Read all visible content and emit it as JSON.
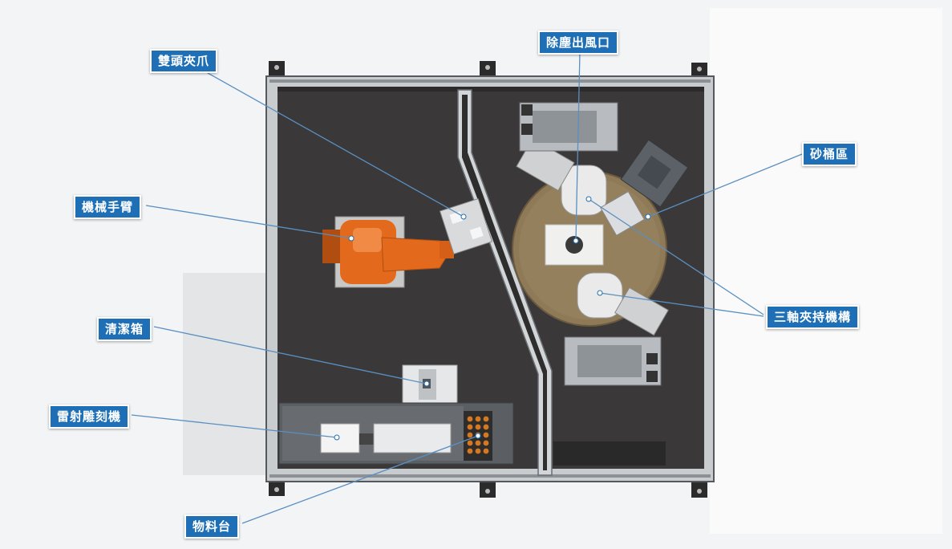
{
  "callouts": {
    "dual_gripper": "雙頭夾爪",
    "dust_outlet": "除塵出風口",
    "robot_arm": "機械手臂",
    "sand_bucket_area": "砂桶區",
    "three_axis_clamp": "三軸夾持機構",
    "cleaning_box": "清潔箱",
    "laser_engraver": "雷射雕刻機",
    "material_table": "物料台"
  },
  "colors": {
    "label_background": "#1e6fb5",
    "leader_line": "#5a8fc0",
    "floor": "#3a3838",
    "frame": "#c9cccf",
    "robot": "#e36a1c",
    "turntable": "#8f7a58"
  }
}
